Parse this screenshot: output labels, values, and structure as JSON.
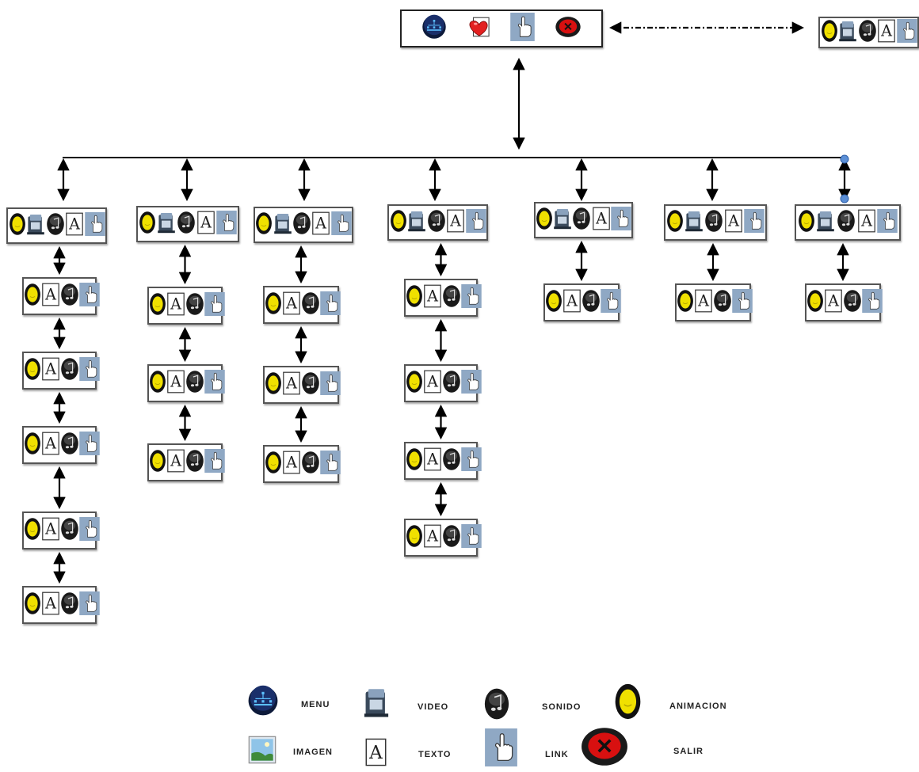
{
  "legend": {
    "items": [
      {
        "icon": "menu-icon",
        "label": "MENU"
      },
      {
        "icon": "video-icon",
        "label": "VIDEO"
      },
      {
        "icon": "sound-icon",
        "label": "SONIDO"
      },
      {
        "icon": "animation-icon",
        "label": "ANIMACION"
      },
      {
        "icon": "image-icon",
        "label": "IMAGEN"
      },
      {
        "icon": "text-icon",
        "label": "TEXTO"
      },
      {
        "icon": "link-icon",
        "label": "LINK"
      },
      {
        "icon": "exit-icon",
        "label": "SALIR"
      }
    ]
  },
  "main_menu": {
    "icons": [
      "menu-icon",
      "image-icon",
      "link-icon",
      "exit-icon"
    ]
  },
  "secondary_box": {
    "icons": [
      "animation-icon",
      "video-icon",
      "sound-icon",
      "text-icon",
      "link-icon"
    ]
  },
  "branches": [
    {
      "head": [
        "animation-icon",
        "video-icon",
        "sound-icon",
        "text-icon",
        "link-icon"
      ],
      "children": 5
    },
    {
      "head": [
        "animation-icon",
        "video-icon",
        "sound-icon",
        "text-icon",
        "link-icon"
      ],
      "children": 3
    },
    {
      "head": [
        "animation-icon",
        "video-icon",
        "sound-icon",
        "text-icon",
        "link-icon"
      ],
      "children": 3
    },
    {
      "head": [
        "animation-icon",
        "video-icon",
        "sound-icon",
        "text-icon",
        "link-icon"
      ],
      "children": 4
    },
    {
      "head": [
        "animation-icon",
        "video-icon",
        "sound-icon",
        "text-icon",
        "link-icon"
      ],
      "children": 1
    },
    {
      "head": [
        "animation-icon",
        "video-icon",
        "sound-icon",
        "text-icon",
        "link-icon"
      ],
      "children": 1
    },
    {
      "head": [
        "animation-icon",
        "video-icon",
        "sound-icon",
        "text-icon",
        "link-icon"
      ],
      "children": 1
    }
  ],
  "child_icons": [
    "animation-icon",
    "text-icon",
    "sound-icon",
    "link-icon"
  ],
  "colors": {
    "link_bg": "#8fa8c4",
    "animation": "#f0e000",
    "exit": "#d81010",
    "menu": "#1a2f6a"
  }
}
